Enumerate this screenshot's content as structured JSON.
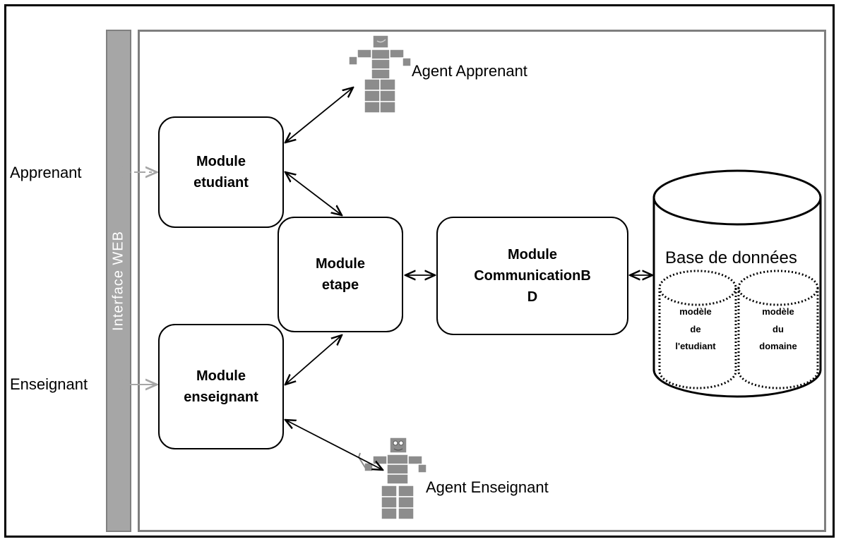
{
  "actors": {
    "learner": "Apprenant",
    "teacher": "Enseignant"
  },
  "web_interface": {
    "label": "Interface WEB"
  },
  "modules": {
    "etudiant": [
      "Module",
      "etudiant"
    ],
    "etape": [
      "Module",
      "etape"
    ],
    "enseignant": [
      "Module",
      "enseignant"
    ],
    "communication": [
      "Module",
      "CommunicationB",
      "D"
    ]
  },
  "database": {
    "title": "Base de données",
    "models": [
      [
        "modèle",
        "de",
        "l'etudiant"
      ],
      [
        "modèle",
        "du",
        "domaine"
      ]
    ]
  },
  "agents": {
    "learner_agent": "Agent Apprenant",
    "teacher_agent": "Agent Enseignant"
  },
  "colors": {
    "line": "#000000",
    "faded_line": "#a6a6a6",
    "robot": "#8c8c8c",
    "interface_bar": "#a6a6a6",
    "system_border": "#7f7f7f"
  }
}
